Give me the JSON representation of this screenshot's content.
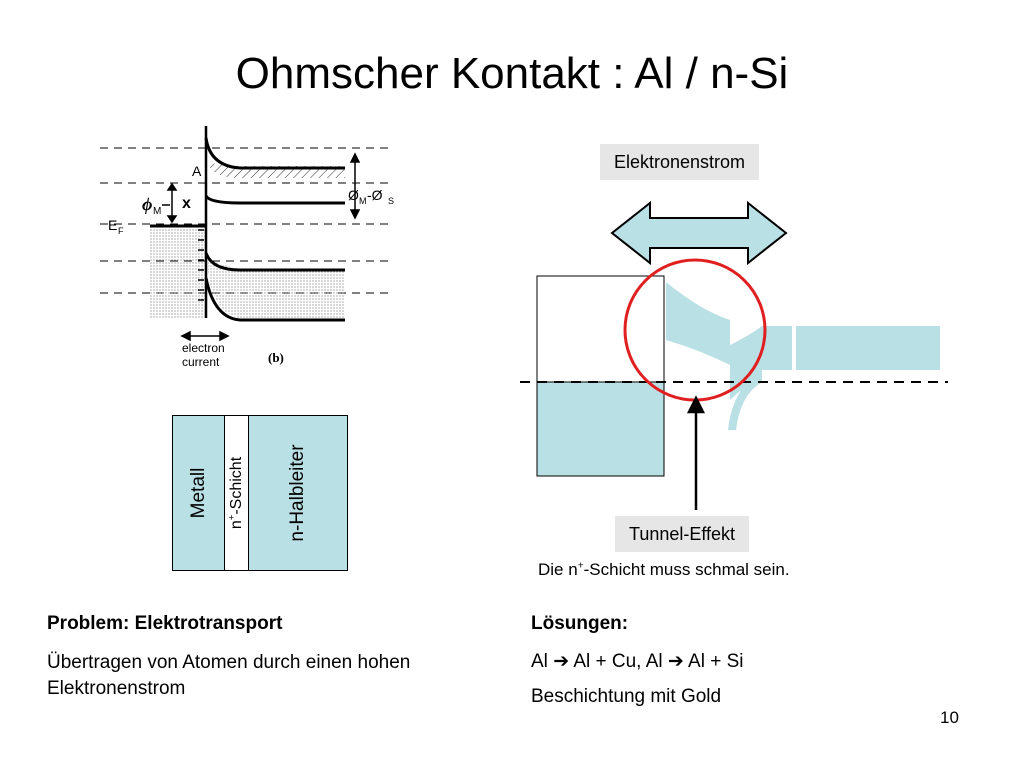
{
  "title": "Ohmscher Kontakt : Al / n-Si",
  "band_diagram": {
    "label_A": "A",
    "label_phi_m": "ϕ",
    "label_phi_m_sub": "M",
    "label_x": "x",
    "label_ef": "E",
    "label_ef_sub": "F",
    "label_phi_diff": "Ø",
    "label_phi_diff_sub_m": "M",
    "label_phi_diff_sub_s": "S",
    "label_minus": "-Ø",
    "caption_line1": "electron",
    "caption_line2": "current",
    "caption_b": "(b)"
  },
  "structure": {
    "metall": "Metall",
    "nplus_prefix": "n",
    "nplus_sup": "+",
    "nplus_suffix": "-Schicht",
    "nhalbleiter": "n-Halbleiter"
  },
  "schematic": {
    "elektronenstrom": "Elektronenstrom",
    "tunnel": "Tunnel-Effekt",
    "note_prefix": "Die n",
    "note_sup": "+",
    "note_suffix": "-Schicht muss schmal sein."
  },
  "problem": {
    "heading": "Problem: Elektrotransport",
    "text": "Übertragen von Atomen durch einen hohen Elektronenstrom"
  },
  "loesungen": {
    "heading": "Lösungen:",
    "line1_a": "Al",
    "line1_arrow": "➔",
    "line1_b": "Al + Cu, Al",
    "line1_arrow2": "➔",
    "line1_c": "Al + Si",
    "line2": "Beschichtung mit Gold"
  },
  "page_number": "10",
  "colors": {
    "fill": "#b9e0e4",
    "circle": "#e02020",
    "labelbox": "#e6e6e6"
  }
}
